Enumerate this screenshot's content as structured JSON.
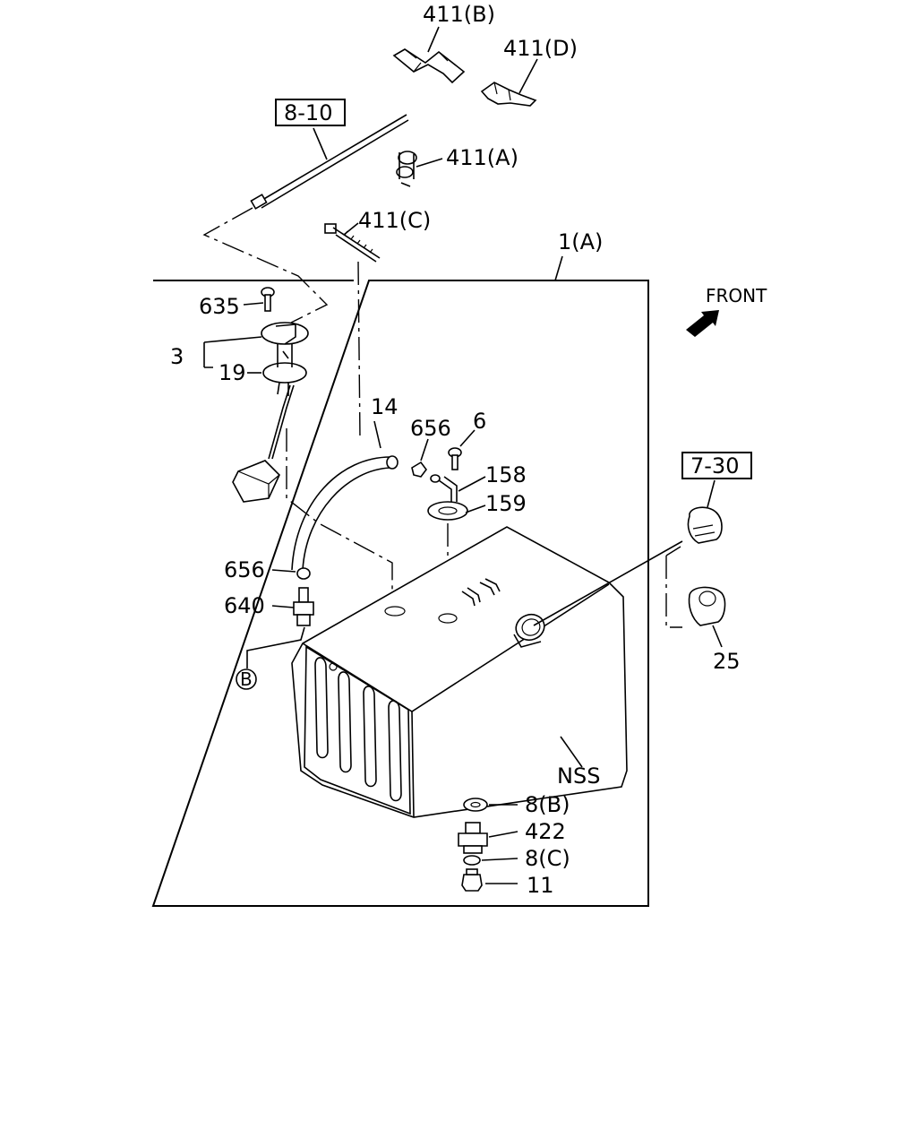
{
  "labels": {
    "l411b": "411(B)",
    "l411d": "411(D)",
    "l810": "8-10",
    "l411a": "411(A)",
    "l411c": "411(C)",
    "l1a": "1(A)",
    "front": "FRONT",
    "l635": "635",
    "l3": "3",
    "l19": "19",
    "l14": "14",
    "l656a": "656",
    "l6": "6",
    "l158": "158",
    "l159": "159",
    "l730": "7-30",
    "l656b": "656",
    "l640": "640",
    "lB": "B",
    "l25": "25",
    "lnss": "NSS",
    "l8b": "8(B)",
    "l422": "422",
    "l8c": "8(C)",
    "l11": "11"
  }
}
